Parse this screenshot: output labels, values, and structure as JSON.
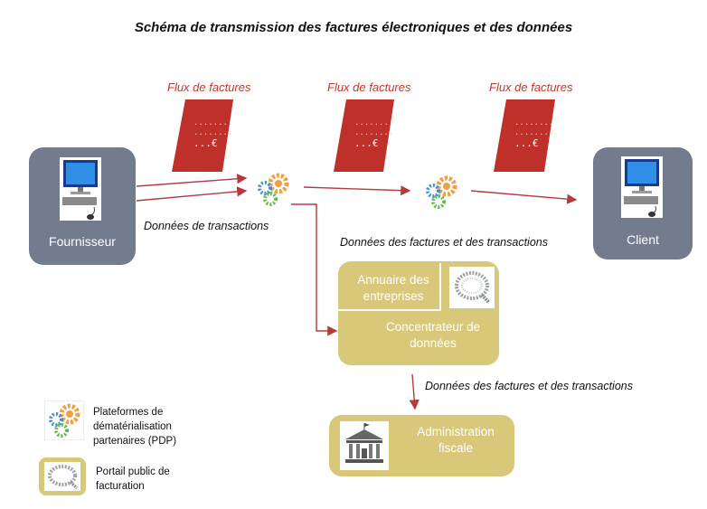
{
  "title": "Schéma de transmission des factures électroniques et des données",
  "flux_labels": [
    "Flux de factures",
    "Flux de factures",
    "Flux de factures"
  ],
  "invoice": {
    "line1": "........",
    "line2": "........",
    "amount": "...€"
  },
  "fournisseur": {
    "label": "Fournisseur",
    "icon": "computer-icon"
  },
  "client": {
    "label": "Client",
    "icon": "computer-icon"
  },
  "edge_labels": {
    "transactions": "Données de transactions",
    "factures_transactions_top": "Données des factures et des transactions",
    "factures_transactions_bottom": "Données des factures et des transactions"
  },
  "ppf": {
    "annuaire": "Annuaire des entreprises",
    "concentrateur": "Concentrateur de données"
  },
  "administration": {
    "label": "Administration fiscale"
  },
  "legend": {
    "pdp": "Plateformes de dématérialisation partenaires (PDP)",
    "ppf": "Portail public de facturation"
  },
  "colors": {
    "arrow": "#b53b3b",
    "invoice": "#c0302a",
    "actor": "#737b8e",
    "portal": "#d9c77a"
  }
}
